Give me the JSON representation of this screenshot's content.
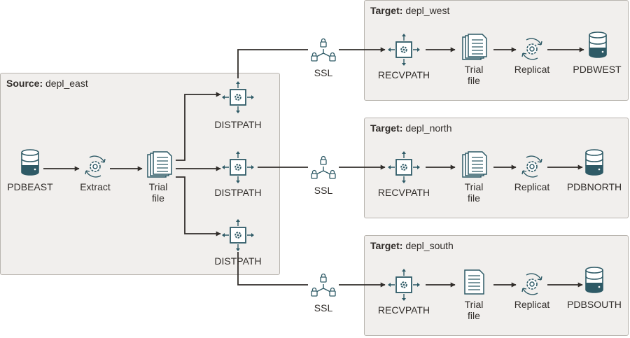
{
  "source": {
    "prefix": "Source:",
    "name": "depl_east",
    "db": "PDBEAST",
    "extract": "Extract",
    "trail_line1": "Trial",
    "trail_line2": "file",
    "distpath": "DISTPATH"
  },
  "targets": [
    {
      "prefix": "Target:",
      "name": "depl_west",
      "recvpath": "RECVPATH",
      "trail_line1": "Trial",
      "trail_line2": "file",
      "replicat": "Replicat",
      "db": "PDBWEST"
    },
    {
      "prefix": "Target:",
      "name": "depl_north",
      "recvpath": "RECVPATH",
      "trail_line1": "Trial",
      "trail_line2": "file",
      "replicat": "Replicat",
      "db": "PDBNORTH"
    },
    {
      "prefix": "Target:",
      "name": "depl_south",
      "recvpath": "RECVPATH",
      "trail_line1": "Trial",
      "trail_line2": "file",
      "replicat": "Replicat",
      "db": "PDBSOUTH"
    }
  ],
  "ssl_label": "SSL",
  "colors": {
    "box_fill": "#f1efed",
    "box_border": "#b8b4ae",
    "icon": "#2e5a66",
    "line": "#312d2a"
  }
}
